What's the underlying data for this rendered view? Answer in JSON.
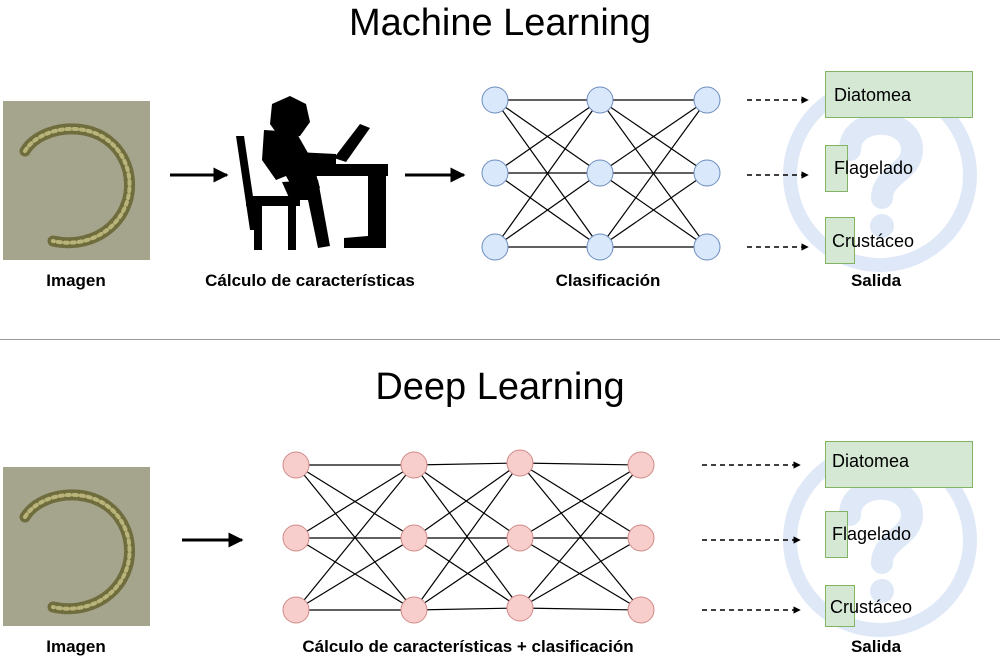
{
  "top": {
    "title": "Machine Learning",
    "labels": {
      "image": "Imagen",
      "features": "Cálculo de características",
      "classification": "Clasificación",
      "output": "Salida"
    },
    "outputs": [
      "Diatomea",
      "Flagelado",
      "Crustáceo"
    ]
  },
  "bottom": {
    "title": "Deep Learning",
    "labels": {
      "image": "Imagen",
      "features_classification": "Cálculo de características + clasificación",
      "output": "Salida"
    },
    "outputs": [
      "Diatomea",
      "Flagelado",
      "Crustáceo"
    ]
  },
  "colors": {
    "ml_node_fill": "#dae8fc",
    "ml_node_stroke": "#6c8ebf",
    "dl_node_fill": "#f8cecc",
    "dl_node_stroke": "#d08a87",
    "output_fill": "#d5e8d4",
    "output_stroke": "#82b366",
    "watermark": "#c5d6f2"
  },
  "icons": {
    "computer_user": "person-at-computer-icon",
    "watermark": "question-mark-icon"
  }
}
